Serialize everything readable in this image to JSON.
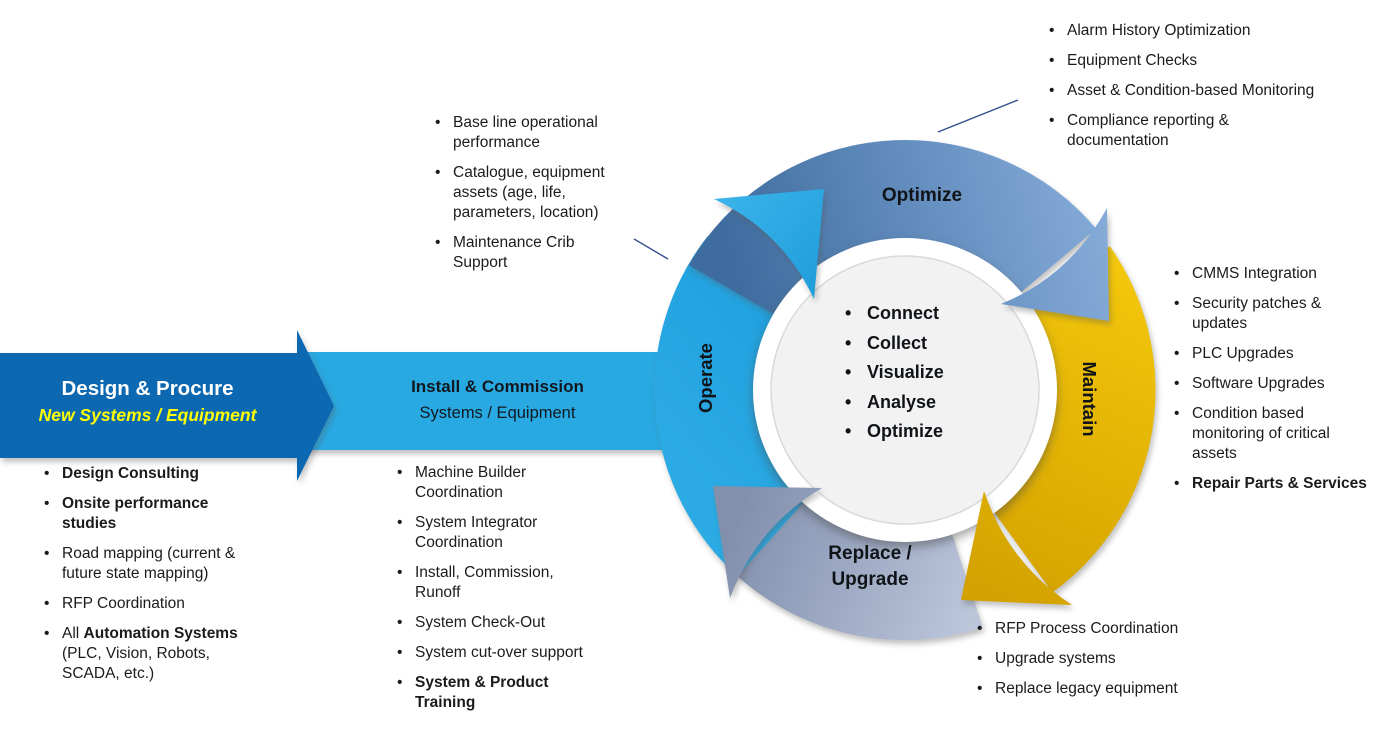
{
  "colors": {
    "design_arrow": "#0D68B2",
    "install_band": "#28A9E2",
    "optimize_arc_start": "#3E6C9E",
    "optimize_arc_end": "#87ACD9",
    "maintain_arc_start": "#F3C70A",
    "maintain_arc_end": "#D2A000",
    "replace_arc_light": "#BCC6DB",
    "replace_arc_dark": "#8290AE",
    "operate_arc_start": "#189BDB",
    "operate_arc_end": "#38B1EA",
    "center_circle_fill": "#F2F2F3",
    "design_subtitle_text": "#FFFF00",
    "callout_line": "#35508F"
  },
  "flow": {
    "design": {
      "title": "Design & Procure",
      "subtitle": "New Systems / Equipment"
    },
    "install": {
      "title": "Install & Commission",
      "subtitle": "Systems / Equipment"
    }
  },
  "cycle": {
    "optimize_label": "Optimize",
    "maintain_label": "Maintain",
    "replace_label_line1": "Replace /",
    "replace_label_line2": "Upgrade",
    "operate_label": "Operate",
    "center_items": [
      "Connect",
      "Collect",
      "Visualize",
      "Analyse",
      "Optimize"
    ]
  },
  "lists": {
    "operate": {
      "items": [
        {
          "text": "Base line operational performance",
          "bold": false
        },
        {
          "text": "Catalogue, equipment assets (age, life, parameters, location)",
          "bold": false
        },
        {
          "text": "Maintenance Crib Support",
          "bold": false
        }
      ]
    },
    "optimize": {
      "items": [
        {
          "text": "Alarm History Optimization",
          "bold": false
        },
        {
          "text": "Equipment Checks",
          "bold": false
        },
        {
          "text": "Asset & Condition-based Monitoring",
          "bold": false
        },
        {
          "text": "Compliance reporting & documentation",
          "bold": false
        }
      ]
    },
    "maintain": {
      "items": [
        {
          "text": "CMMS Integration",
          "bold": false
        },
        {
          "text": "Security patches & updates",
          "bold": false
        },
        {
          "text": "PLC Upgrades",
          "bold": false
        },
        {
          "text": "Software Upgrades",
          "bold": false
        },
        {
          "text": "Condition based monitoring of critical assets",
          "bold": false
        },
        {
          "text": "Repair Parts & Services",
          "bold": true
        }
      ]
    },
    "replace": {
      "items": [
        {
          "text": "RFP Process Coordination",
          "bold": false
        },
        {
          "text": "Upgrade systems",
          "bold": false
        },
        {
          "text": "Replace legacy equipment",
          "bold": false
        }
      ]
    },
    "design": {
      "items": [
        {
          "text": "Design Consulting",
          "bold": true
        },
        {
          "text": "Onsite performance studies",
          "bold": true
        },
        {
          "text": "Road mapping (current & future state mapping)",
          "bold": false
        },
        {
          "text": "RFP Coordination",
          "bold": false
        },
        {
          "parts": [
            {
              "text": "All ",
              "bold": false
            },
            {
              "text": "Automation Systems",
              "bold": true
            },
            {
              "text": " (PLC, Vision, Robots, SCADA, etc.)",
              "bold": false
            }
          ]
        }
      ]
    },
    "install": {
      "items": [
        {
          "text": "Machine Builder Coordination",
          "bold": false
        },
        {
          "text": "System Integrator Coordination",
          "bold": false
        },
        {
          "text": "Install, Commission, Runoff",
          "bold": false
        },
        {
          "text": "System Check-Out",
          "bold": false
        },
        {
          "text": "System cut-over support",
          "bold": false
        },
        {
          "text": "System & Product Training",
          "bold": true
        }
      ]
    }
  }
}
